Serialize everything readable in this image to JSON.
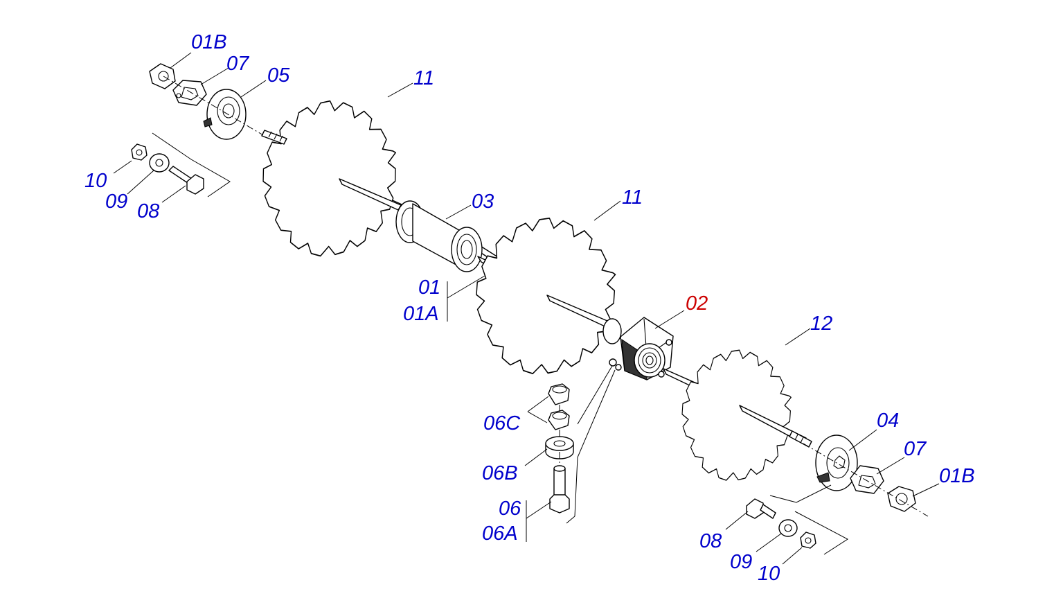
{
  "colors": {
    "label": "#0000cc",
    "highlight": "#cc0000",
    "line": "#000000",
    "background": "#ffffff"
  },
  "labels": {
    "l_01b_top": "01B",
    "l_07_top": "07",
    "l_05": "05",
    "l_11_top": "11",
    "l_10_top": "10",
    "l_09_top": "09",
    "l_08_top": "08",
    "l_03": "03",
    "l_11_mid": "11",
    "l_01": "01",
    "l_01a": "01A",
    "l_02": "02",
    "l_12": "12",
    "l_06c": "06C",
    "l_06b": "06B",
    "l_06": "06",
    "l_06a": "06A",
    "l_04": "04",
    "l_07_bot": "07",
    "l_01b_bot": "01B",
    "l_08_bot": "08",
    "l_09_bot": "09",
    "l_10_bot": "10"
  },
  "highlighted_part": "02"
}
